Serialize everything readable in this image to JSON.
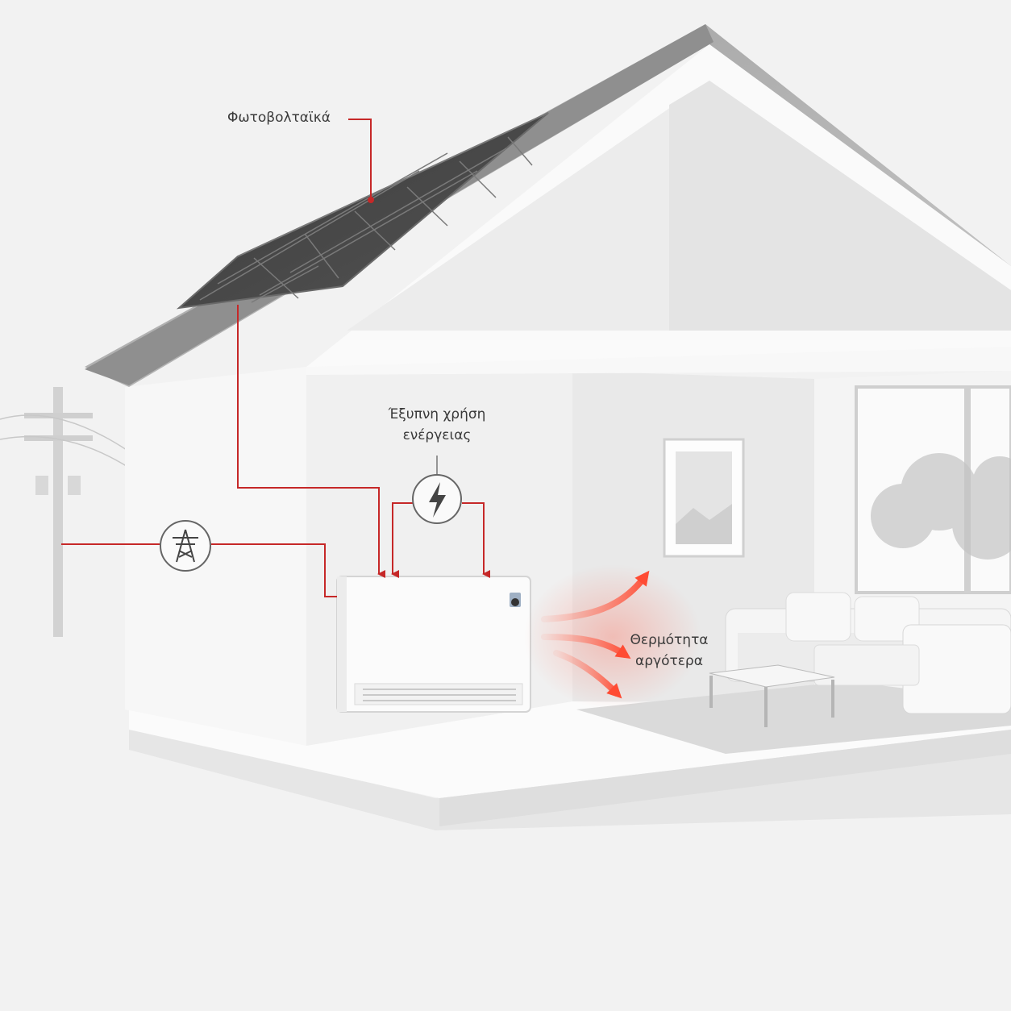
{
  "labels": {
    "photovoltaics": "Φωτοβολταϊκά",
    "smart_energy_line1": "Έξυπνη χρήση",
    "smart_energy_line2": "ενέργειας",
    "heat_later_line1": "Θερμότητα",
    "heat_later_line2": "αργότερα"
  },
  "icons": {
    "grid": "power-pylon-icon",
    "smart": "lightning-bolt-icon"
  },
  "colors": {
    "accent_line": "#c62828",
    "heat_glow": "#ff6b57",
    "background": "#f2f2f2"
  }
}
